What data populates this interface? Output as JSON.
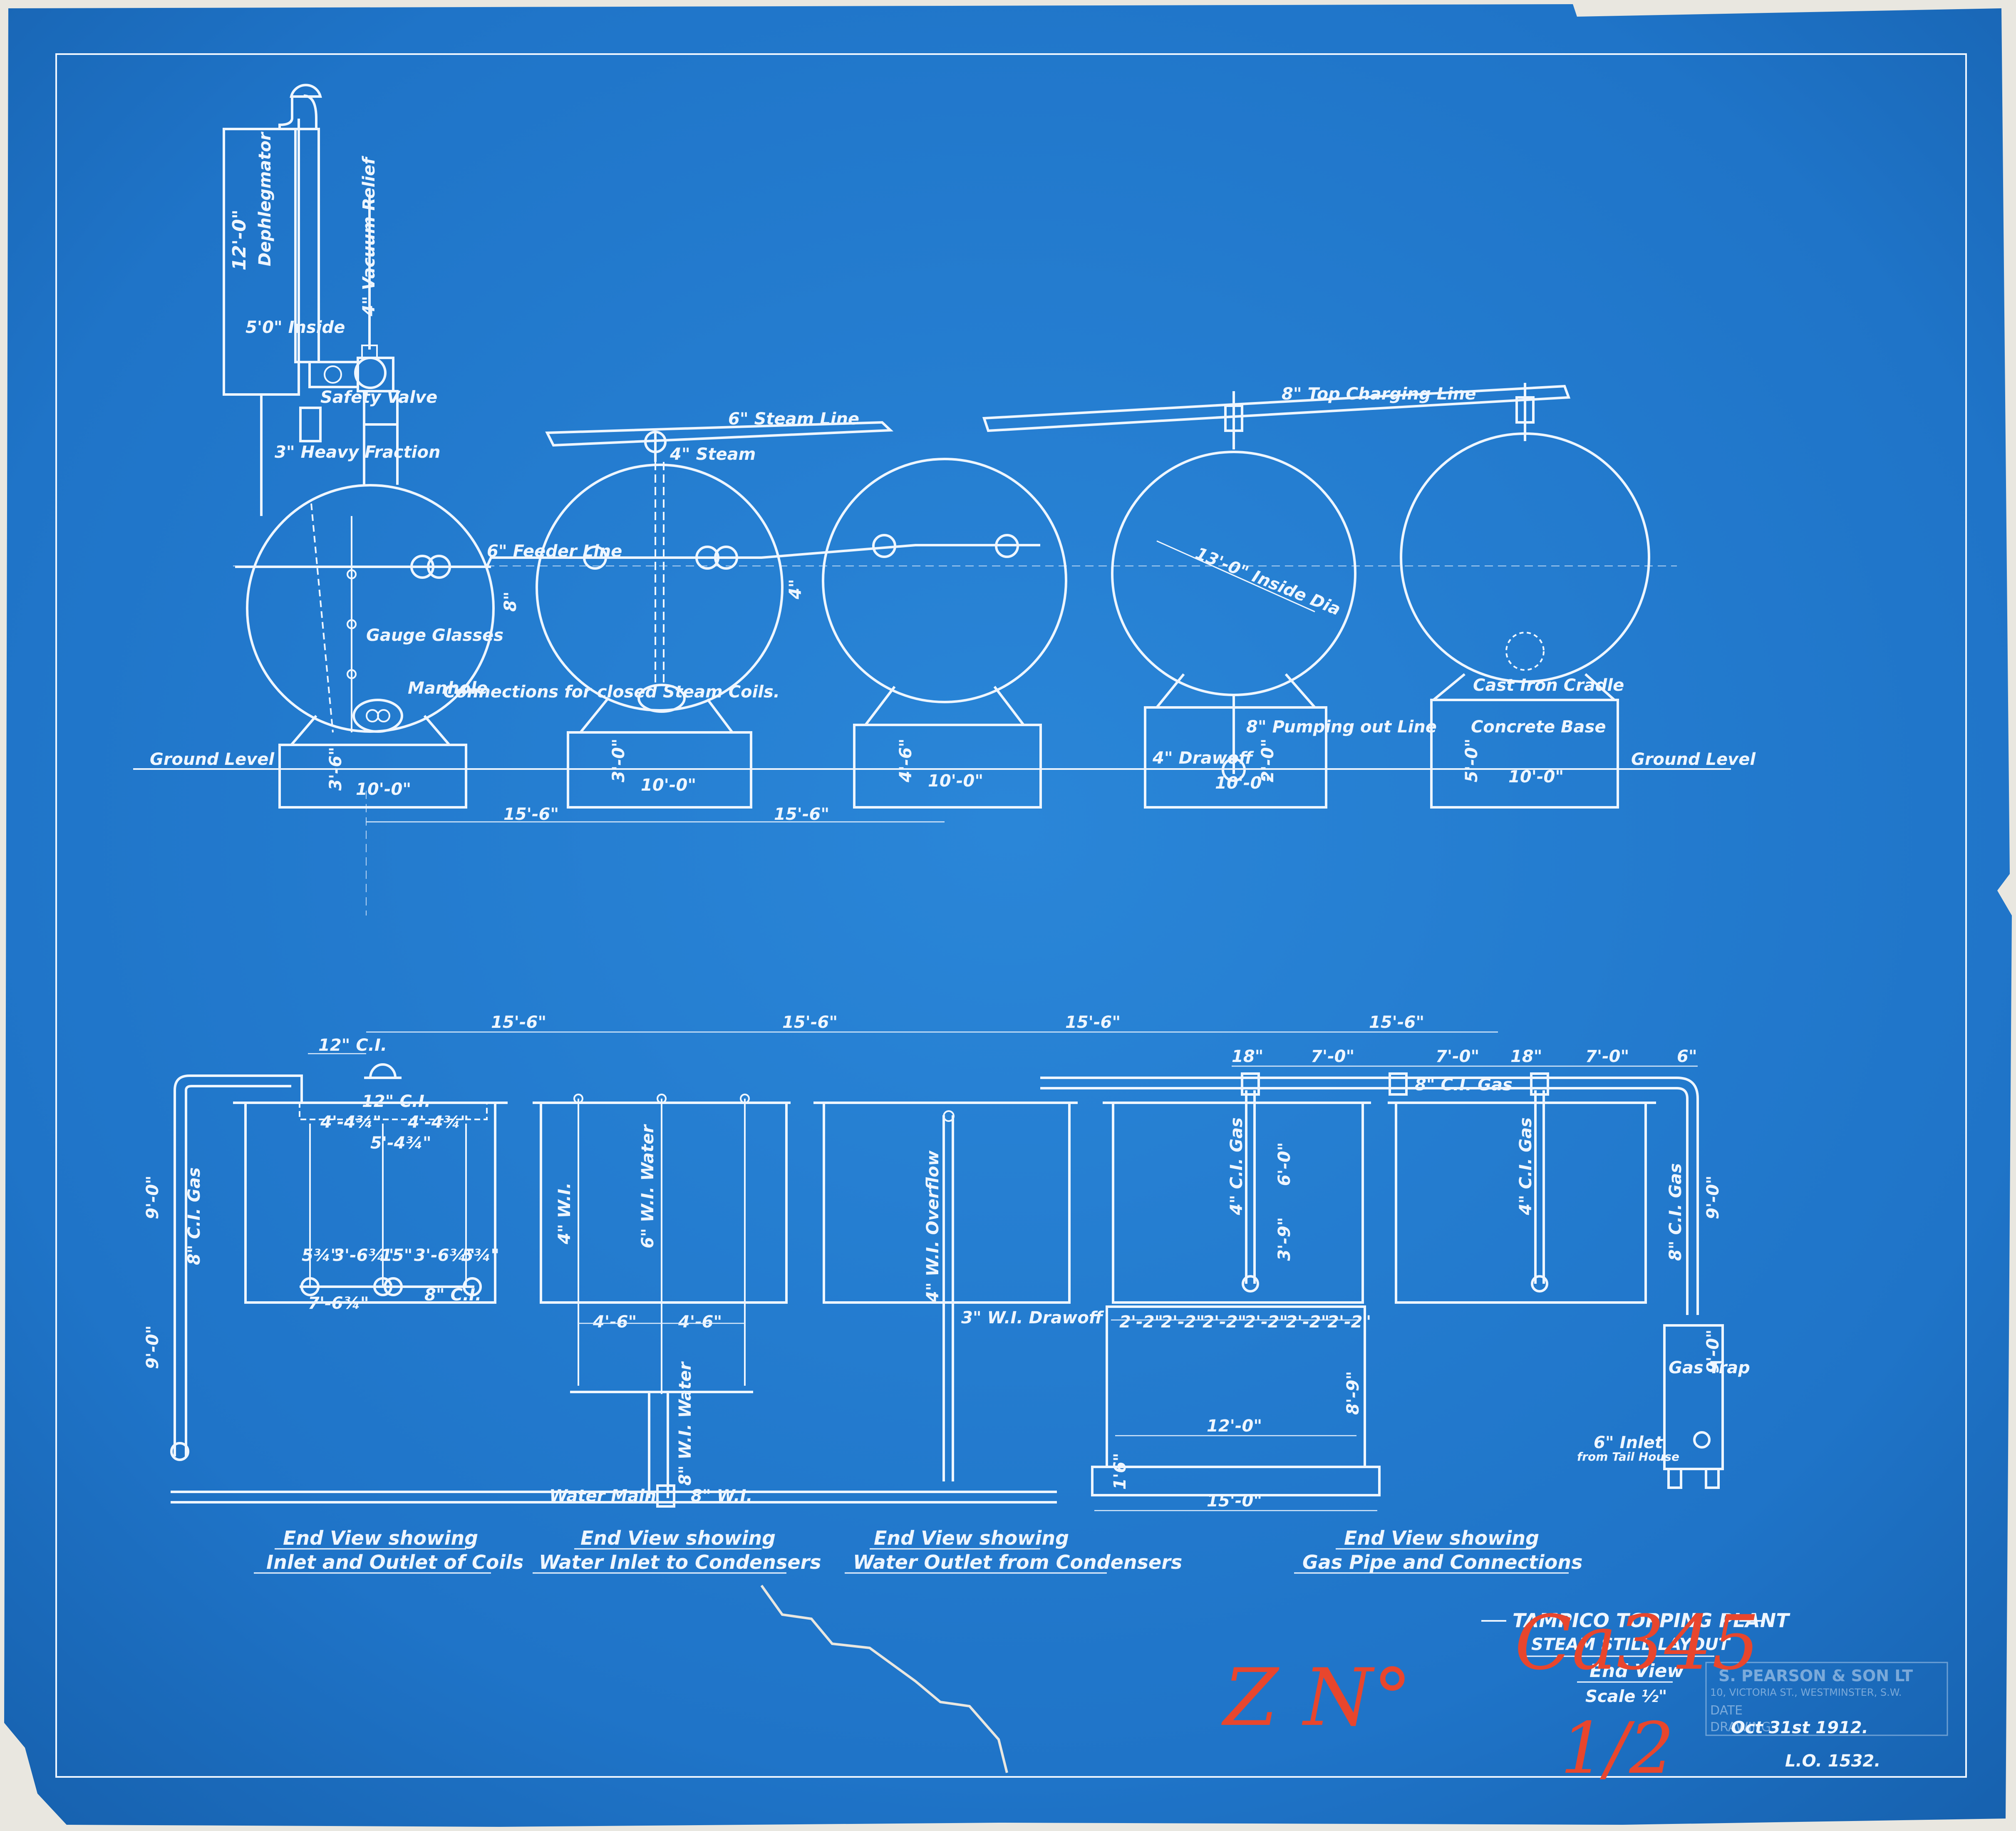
{
  "title_block": {
    "project": "TAMPICO TOPPING PLANT",
    "drawing": "STEAM STILL LAYOUT",
    "view": "End View",
    "scale": "Scale ½\"",
    "date": "Oct 31st 1912.",
    "number": "L.O. 1532."
  },
  "stamp": {
    "line1": "S. PEARSON & SON LT",
    "line2": "10, VICTORIA ST., WESTMINSTER, S.W.",
    "line3": "DATE",
    "line4": "DRAWING"
  },
  "red_marks": {
    "zone": "Z N°",
    "code": "Ca345",
    "sub": "1/2"
  },
  "elevation": {
    "ground_level_left": "Ground Level",
    "ground_level_right": "Ground Level",
    "dephlegmator": "Dephlegmator",
    "dephleg_height": "12'-0\"",
    "dephleg_inside": "5'0\" Inside",
    "vacuum_relief": "4\" Vacuum Relief",
    "safety_valve": "Safety Valve",
    "heavy_fraction": "3\" Heavy Fraction",
    "gauge_glasses": "Gauge Glasses",
    "manhole": "Manhole",
    "connections_coils": "Connections for closed Steam Coils.",
    "feeder_line": "6\" Feeder Line",
    "steam_line": "6\" Steam Line",
    "steam_4": "4\" Steam",
    "top_charging_line": "8\" Top Charging Line",
    "inside_dia": "13'-0\" Inside Dia",
    "cast_iron_cradle": "Cast Iron Cradle",
    "concrete_base": "Concrete Base",
    "pumping_out_line": "8\" Pumping out Line",
    "drawoff": "4\" Drawoff",
    "base_width": "10'-0\"",
    "base_h1": "3'-6\"",
    "base_h2": "3'-0\"",
    "base_h3": "4'-6\"",
    "base_h4": "2'-0\"",
    "base_h5": "5'-0\"",
    "spacing": "15'-6\"",
    "slope_a": "8\"",
    "slope_b": "4\""
  },
  "plan": {
    "top_dims": [
      "15'-6\"",
      "15'-6\"",
      "15'-6\"",
      "15'-6\""
    ],
    "gas_dims": [
      "18\"",
      "7'-0\"",
      "7'-0\"",
      "18\"",
      "7'-0\"",
      "6\""
    ],
    "ci_gas": "8\" C.I. Gas",
    "ci_gas_v": "4\" C.I. Gas",
    "ci_12": "12\" C.I.",
    "coil_dims": [
      "4'-4¾\"",
      "4'-4¾\"",
      "5'-4¾\""
    ],
    "inlet_dims": [
      "5¾\"",
      "3'-6¾\"",
      "15\"",
      "3'-6¾\"",
      "5¾\""
    ],
    "inlet_total": "7'-6¾\"",
    "ci_8": "8\" C.I.",
    "height_9": "9'-0\"",
    "wi_water": "6\" W.I. Water",
    "wi_4": "4\" W.I.",
    "wi_overflow": "4\" W.I. Overflow",
    "wi_drawoff": "3\" W.I. Drawoff",
    "half_4_6": "4'-6\"",
    "water_main": "Water Main",
    "water_main_size": "8\" W.I.",
    "wi_water_8": "8\" W.I. Water",
    "coil_spacing": [
      "2'-2\"",
      "2'-2\"",
      "2'-2\"",
      "2'-2\"",
      "2'-2\"",
      "2'-2\""
    ],
    "tank_12": "12'-0\"",
    "tank_15": "15'-0\"",
    "tank_h": "8'-9\"",
    "tank_base": "1'6\"",
    "gas_trap": "Gas Trap",
    "inlet_tail": "6\" Inlet",
    "inlet_tail_sub": "from Tail House",
    "dims_v": [
      "6'-0\"",
      "3'-9\""
    ]
  },
  "captions": [
    {
      "line1": "End View showing",
      "line2": "Inlet and Outlet of Coils"
    },
    {
      "line1": "End View showing",
      "line2": "Water Inlet to Condensers"
    },
    {
      "line1": "End View showing",
      "line2": "Water Outlet from Condensers"
    },
    {
      "line1": "End View showing",
      "line2": "Gas Pipe and Connections"
    }
  ]
}
